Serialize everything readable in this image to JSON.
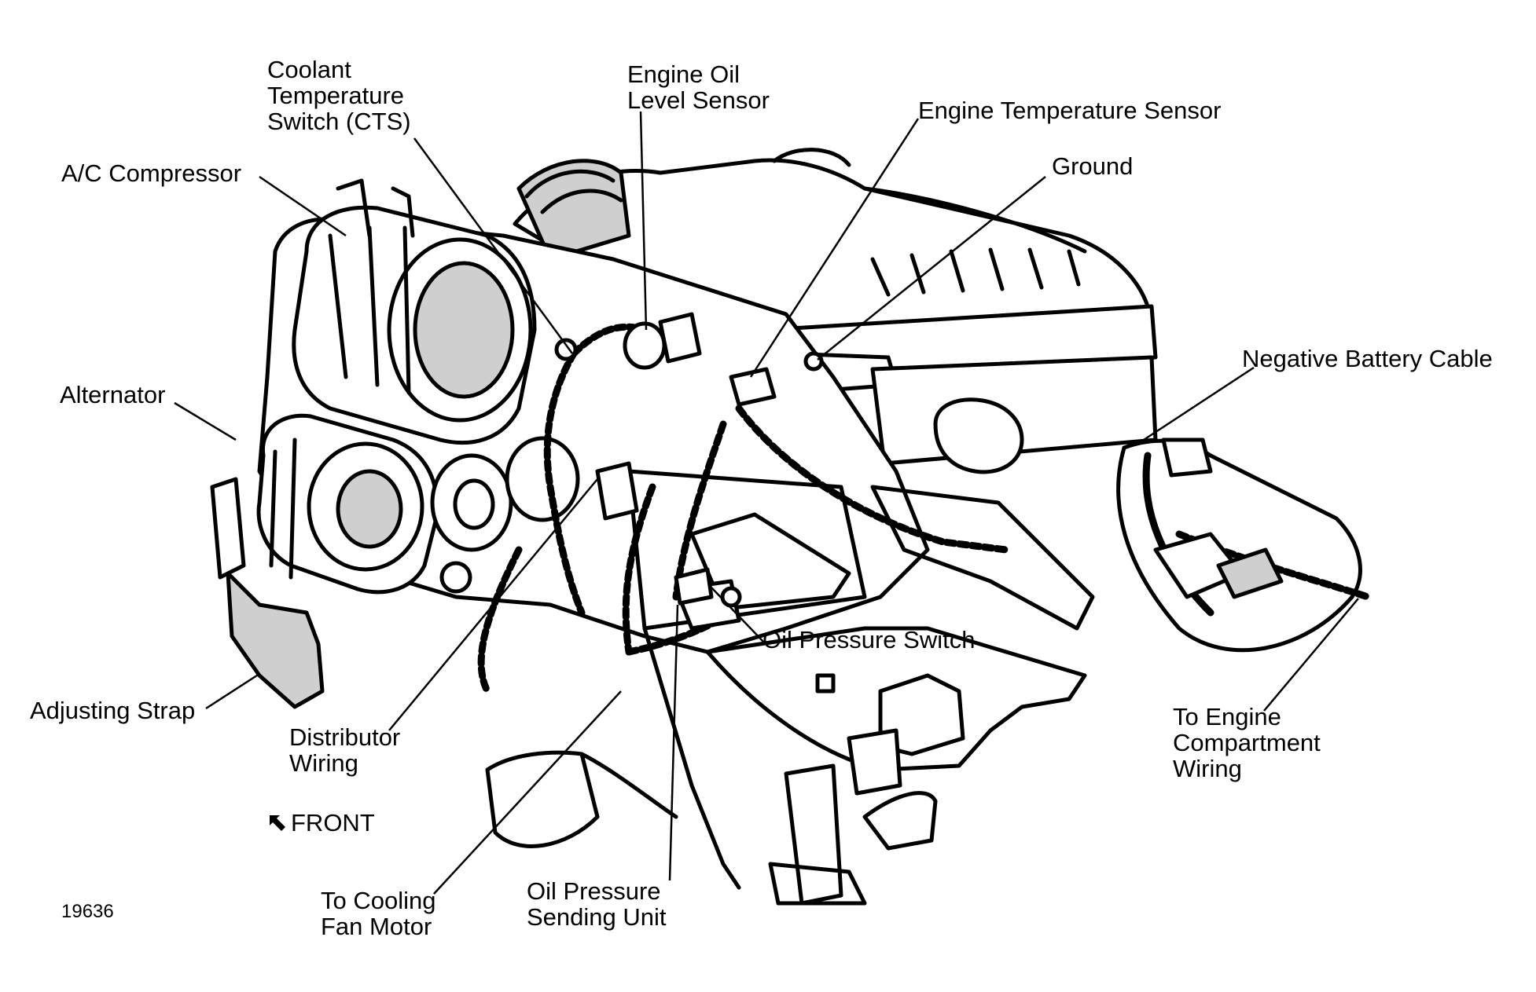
{
  "labels": {
    "coolant_temperature_switch": [
      "Coolant",
      "Temperature",
      "Switch (CTS)"
    ],
    "engine_oil_level_sensor": [
      "Engine Oil",
      "Level Sensor"
    ],
    "engine_temperature_sensor": "Engine Temperature Sensor",
    "ground": "Ground",
    "ac_compressor": "A/C Compressor",
    "alternator": "Alternator",
    "negative_battery_cable": "Negative Battery Cable",
    "oil_pressure_switch": "Oil Pressure Switch",
    "adjusting_strap": "Adjusting Strap",
    "distributor_wiring": [
      "Distributor",
      "Wiring"
    ],
    "to_engine_compartment_wiring": [
      "To Engine",
      "Compartment",
      "Wiring"
    ],
    "front": "FRONT",
    "to_cooling_fan_motor": [
      "To Cooling",
      "Fan Motor"
    ],
    "oil_pressure_sending_unit": [
      "Oil Pressure",
      "Sending Unit"
    ],
    "figure_number": "19636"
  },
  "colors": {
    "ink": "#000000",
    "paper": "#ffffff",
    "shade": "#cfcfcf"
  },
  "icons": {
    "front_marker": "arrow-up-left-icon"
  }
}
